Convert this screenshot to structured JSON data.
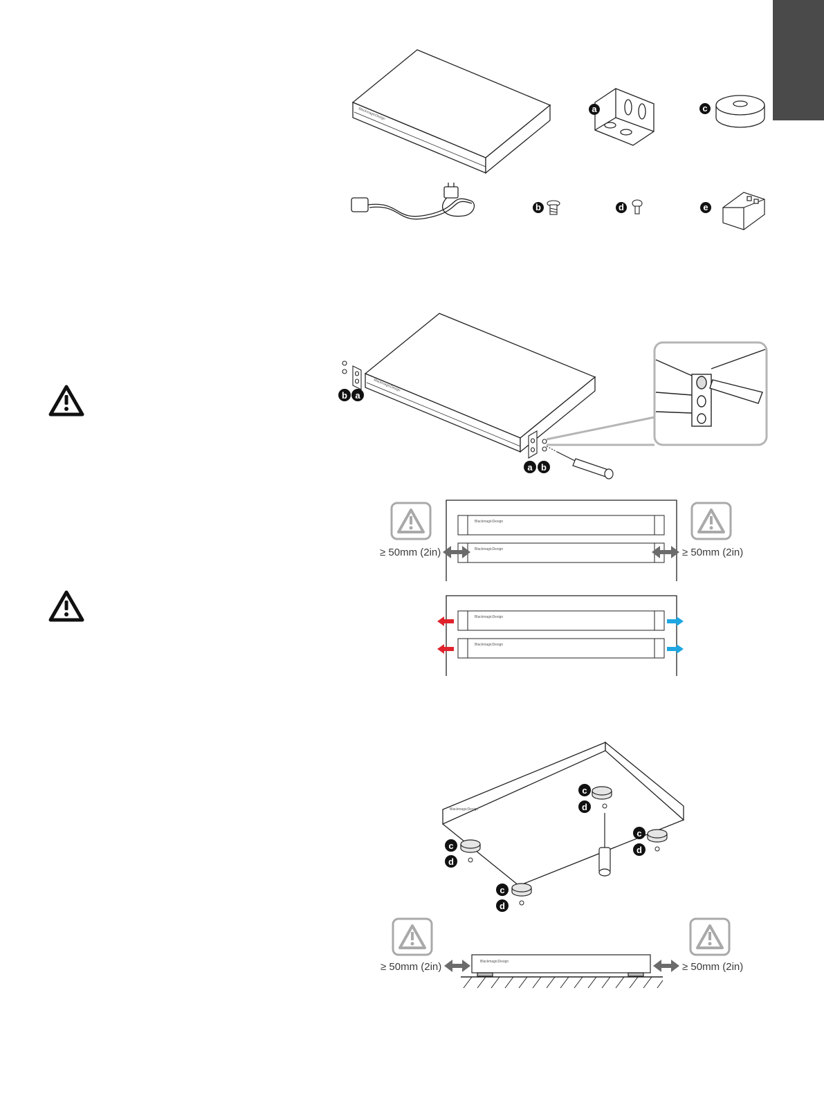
{
  "badges": {
    "a": "a",
    "b": "b",
    "c": "c",
    "d": "d",
    "e": "e"
  },
  "clearance": {
    "rack_left": "≥ 50mm (2in)",
    "rack_right": "≥ 50mm (2in)",
    "desk_left": "≥ 50mm (2in)",
    "desk_right": "≥ 50mm (2in)"
  },
  "colors": {
    "tab": "#4a4a4a",
    "exhaust_arrow": "#e0222c",
    "intake_arrow": "#1ea7e1",
    "warning_icon_gray": "#a9a9a9"
  },
  "icons": {
    "warning": "warning-triangle-icon",
    "clearance": "double-arrow-icon"
  }
}
